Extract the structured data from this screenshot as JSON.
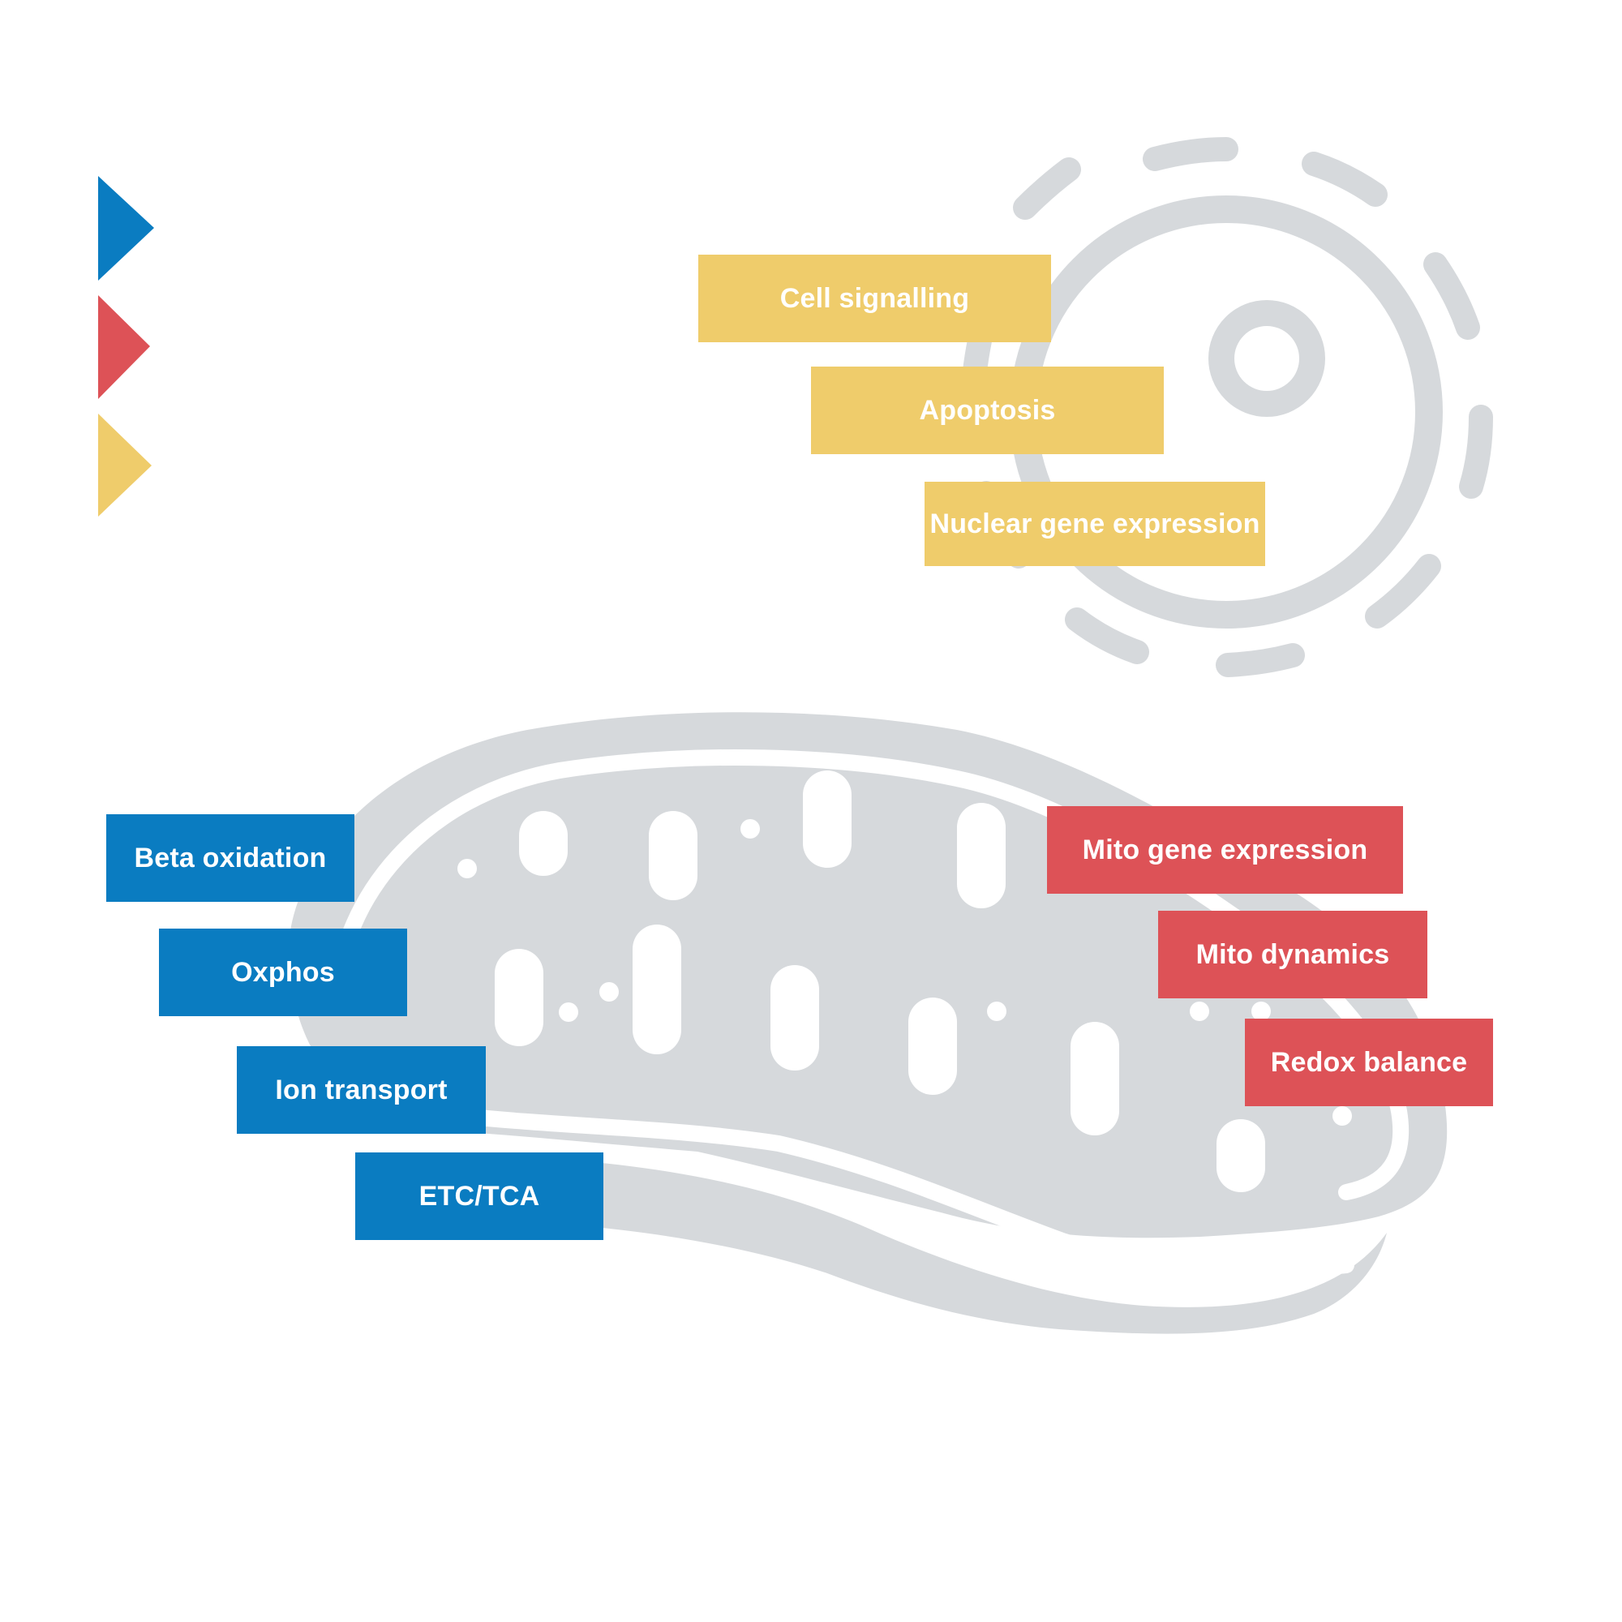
{
  "colors": {
    "blue": "#0a7cc1",
    "red": "#dd5257",
    "yellow": "#efcc6b",
    "gray": "#d6d9dc",
    "text": "#ffffff"
  },
  "legend_markers": [
    {
      "color_key": "blue"
    },
    {
      "color_key": "red"
    },
    {
      "color_key": "yellow"
    }
  ],
  "yellow_labels": [
    "Cell signalling",
    "Apoptosis",
    "Nuclear gene expression"
  ],
  "blue_labels": [
    "Beta oxidation",
    "Oxphos",
    "Ion transport",
    "ETC/TCA"
  ],
  "red_labels": [
    "Mito gene expression",
    "Mito dynamics",
    "Redox balance"
  ],
  "illustrations": [
    "cell-icon",
    "mitochondrion-icon"
  ]
}
